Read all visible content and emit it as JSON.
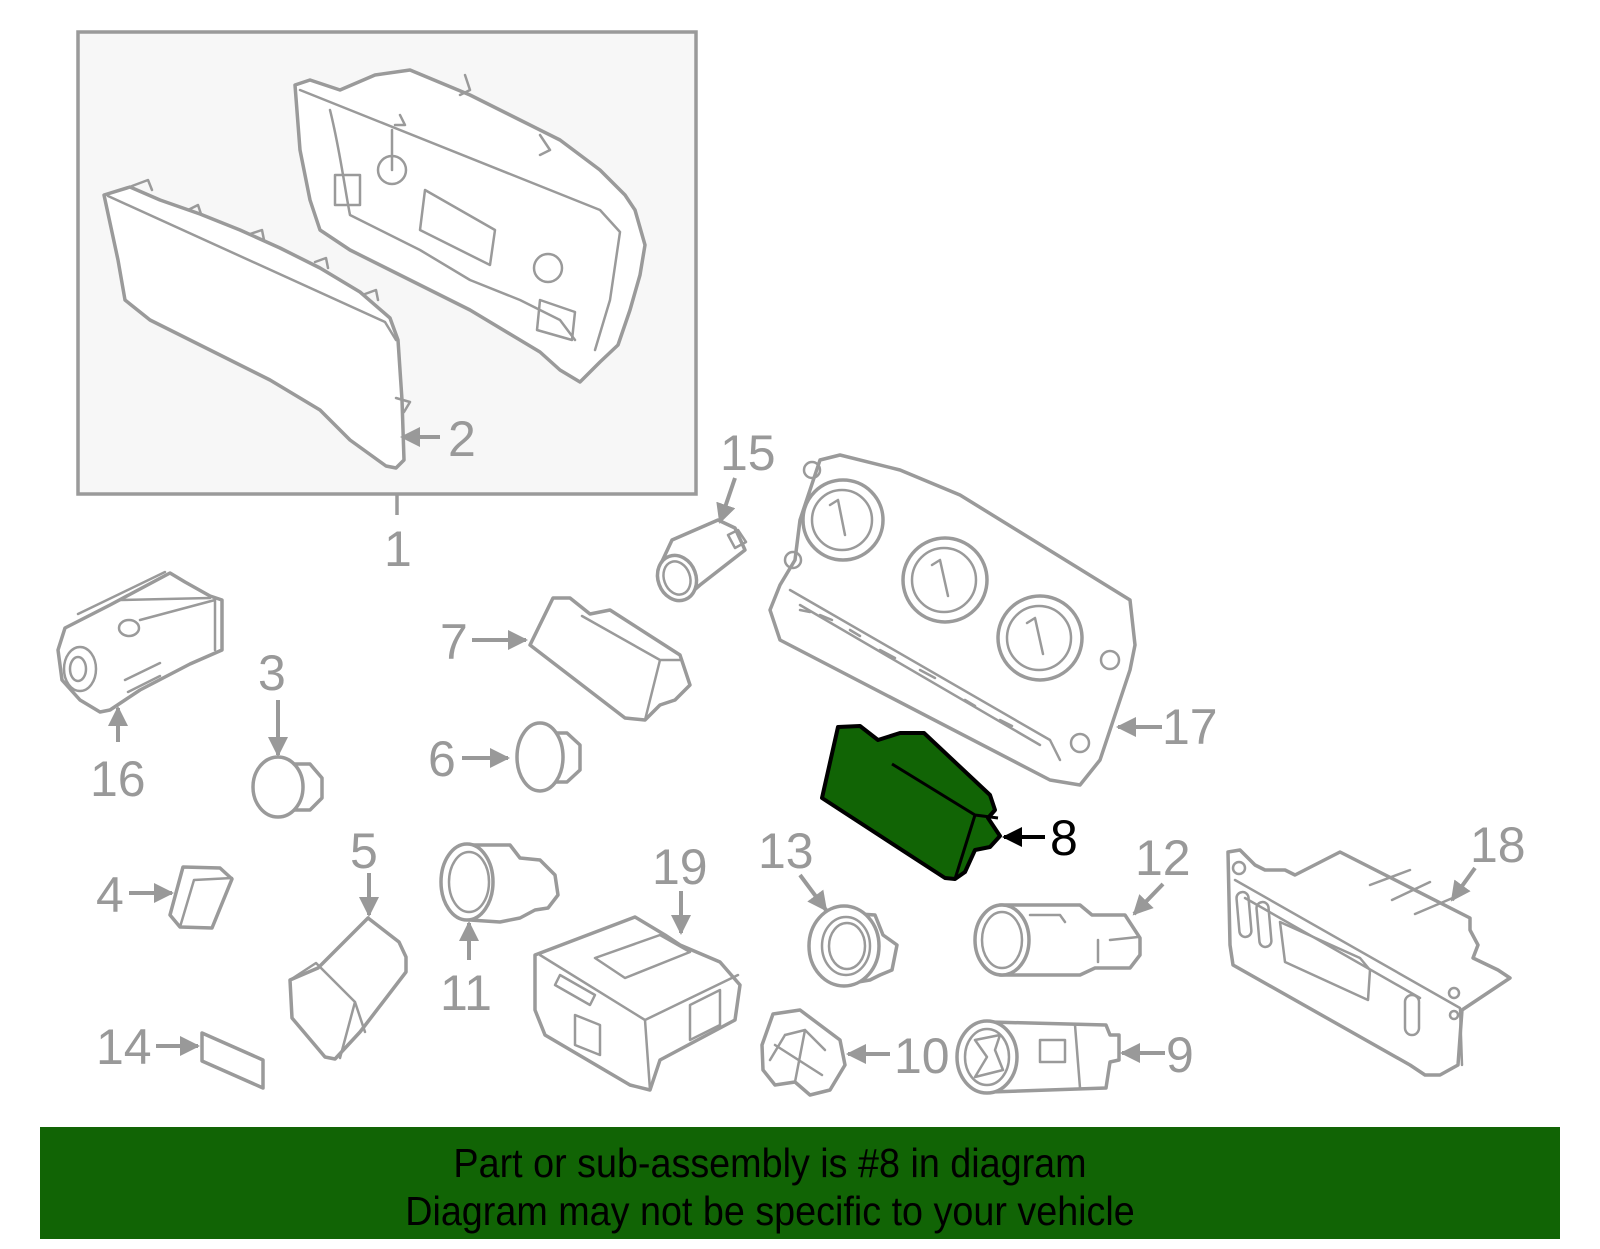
{
  "diagram": {
    "highlighted_part": "8",
    "colors": {
      "highlight_fill": "#116405",
      "line_gray": "#9a9a9a",
      "label_gray": "#999999",
      "box_fill": "#f7f7f7",
      "banner_bg": "#116405"
    },
    "labels": {
      "p1": "1",
      "p2": "2",
      "p3": "3",
      "p4": "4",
      "p5": "5",
      "p6": "6",
      "p7": "7",
      "p8": "8",
      "p9": "9",
      "p10": "10",
      "p11": "11",
      "p12": "12",
      "p13": "13",
      "p14": "14",
      "p15": "15",
      "p16": "16",
      "p17": "17",
      "p18": "18",
      "p19": "19"
    },
    "parts": [
      {
        "id": "1",
        "name": "instrument-cluster-assembly",
        "highlighted": false
      },
      {
        "id": "2",
        "name": "cluster-lens",
        "highlighted": false
      },
      {
        "id": "3",
        "name": "knob",
        "highlighted": false
      },
      {
        "id": "4",
        "name": "button-cap",
        "highlighted": false
      },
      {
        "id": "5",
        "name": "switch",
        "highlighted": false
      },
      {
        "id": "6",
        "name": "knob",
        "highlighted": false
      },
      {
        "id": "7",
        "name": "switch",
        "highlighted": false
      },
      {
        "id": "8",
        "name": "switch",
        "highlighted": true
      },
      {
        "id": "9",
        "name": "switch",
        "highlighted": false
      },
      {
        "id": "10",
        "name": "knob",
        "highlighted": false
      },
      {
        "id": "11",
        "name": "knob",
        "highlighted": false
      },
      {
        "id": "12",
        "name": "switch",
        "highlighted": false
      },
      {
        "id": "13",
        "name": "bezel-ring",
        "highlighted": false
      },
      {
        "id": "14",
        "name": "cap",
        "highlighted": false
      },
      {
        "id": "15",
        "name": "switch",
        "highlighted": false
      },
      {
        "id": "16",
        "name": "headlamp-switch",
        "highlighted": false
      },
      {
        "id": "17",
        "name": "climate-control-panel",
        "highlighted": false
      },
      {
        "id": "18",
        "name": "climate-control-module",
        "highlighted": false
      },
      {
        "id": "19",
        "name": "switch-assembly",
        "highlighted": false
      }
    ]
  },
  "banner": {
    "line1": "Part or sub-assembly is #8 in diagram",
    "line2": "Diagram may not be specific to your vehicle"
  }
}
